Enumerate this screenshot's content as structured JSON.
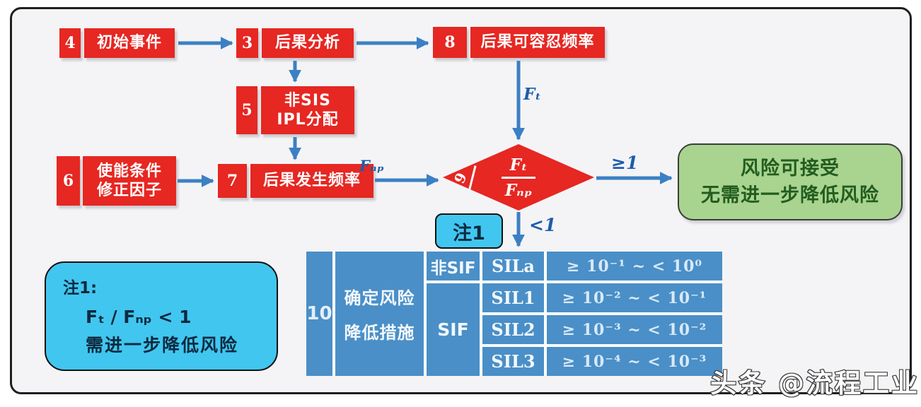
{
  "colors": {
    "process_red": "#e62722",
    "arrow_blue": "#3b80c4",
    "formula_blue": "#1d5cab",
    "table_blue": "#4a8fc7",
    "note_cyan": "#41c6f0",
    "accept_green": "#a8d48f",
    "accept_text_green": "#235c20"
  },
  "steps": {
    "s4": {
      "num": "4",
      "label": "初始事件"
    },
    "s3": {
      "num": "3",
      "label": "后果分析"
    },
    "s8": {
      "num": "8",
      "label": "后果可容忍频率"
    },
    "s5": {
      "num": "5",
      "line1": "非SIS",
      "line2": "IPL分配"
    },
    "s6": {
      "num": "6",
      "line1": "使能条件",
      "line2": "修正因子"
    },
    "s7": {
      "num": "7",
      "label": "后果发生频率"
    }
  },
  "decision": {
    "num": "9",
    "numerator": "Fₜ",
    "denominator": "Fₙₚ"
  },
  "edge_labels": {
    "ft": "Fₜ",
    "fnp": "Fₙₚ",
    "ge": "≥1",
    "lt": "<1"
  },
  "accept_box": {
    "line1": "风险可接受",
    "line2": "无需进一步降低风险"
  },
  "note_tag": "注1",
  "note_box": {
    "title": "注1:",
    "formula": "Fₜ / Fₙₚ  < 1",
    "line2": "需进一步降低风险"
  },
  "table": {
    "num": "10",
    "action_line1": "确定风险",
    "action_line2": "降低措施",
    "type_nonsif": "非SIF",
    "type_sif": "SIF",
    "rows": [
      {
        "sil": "SILa",
        "range": "≥ 10⁻¹ ~ < 10⁰"
      },
      {
        "sil": "SIL1",
        "range": "≥ 10⁻² ~ < 10⁻¹"
      },
      {
        "sil": "SIL2",
        "range": "≥ 10⁻³ ~ < 10⁻²"
      },
      {
        "sil": "SIL3",
        "range": "≥ 10⁻⁴ ~ < 10⁻³"
      }
    ]
  },
  "watermark": "头条 @流程工业"
}
